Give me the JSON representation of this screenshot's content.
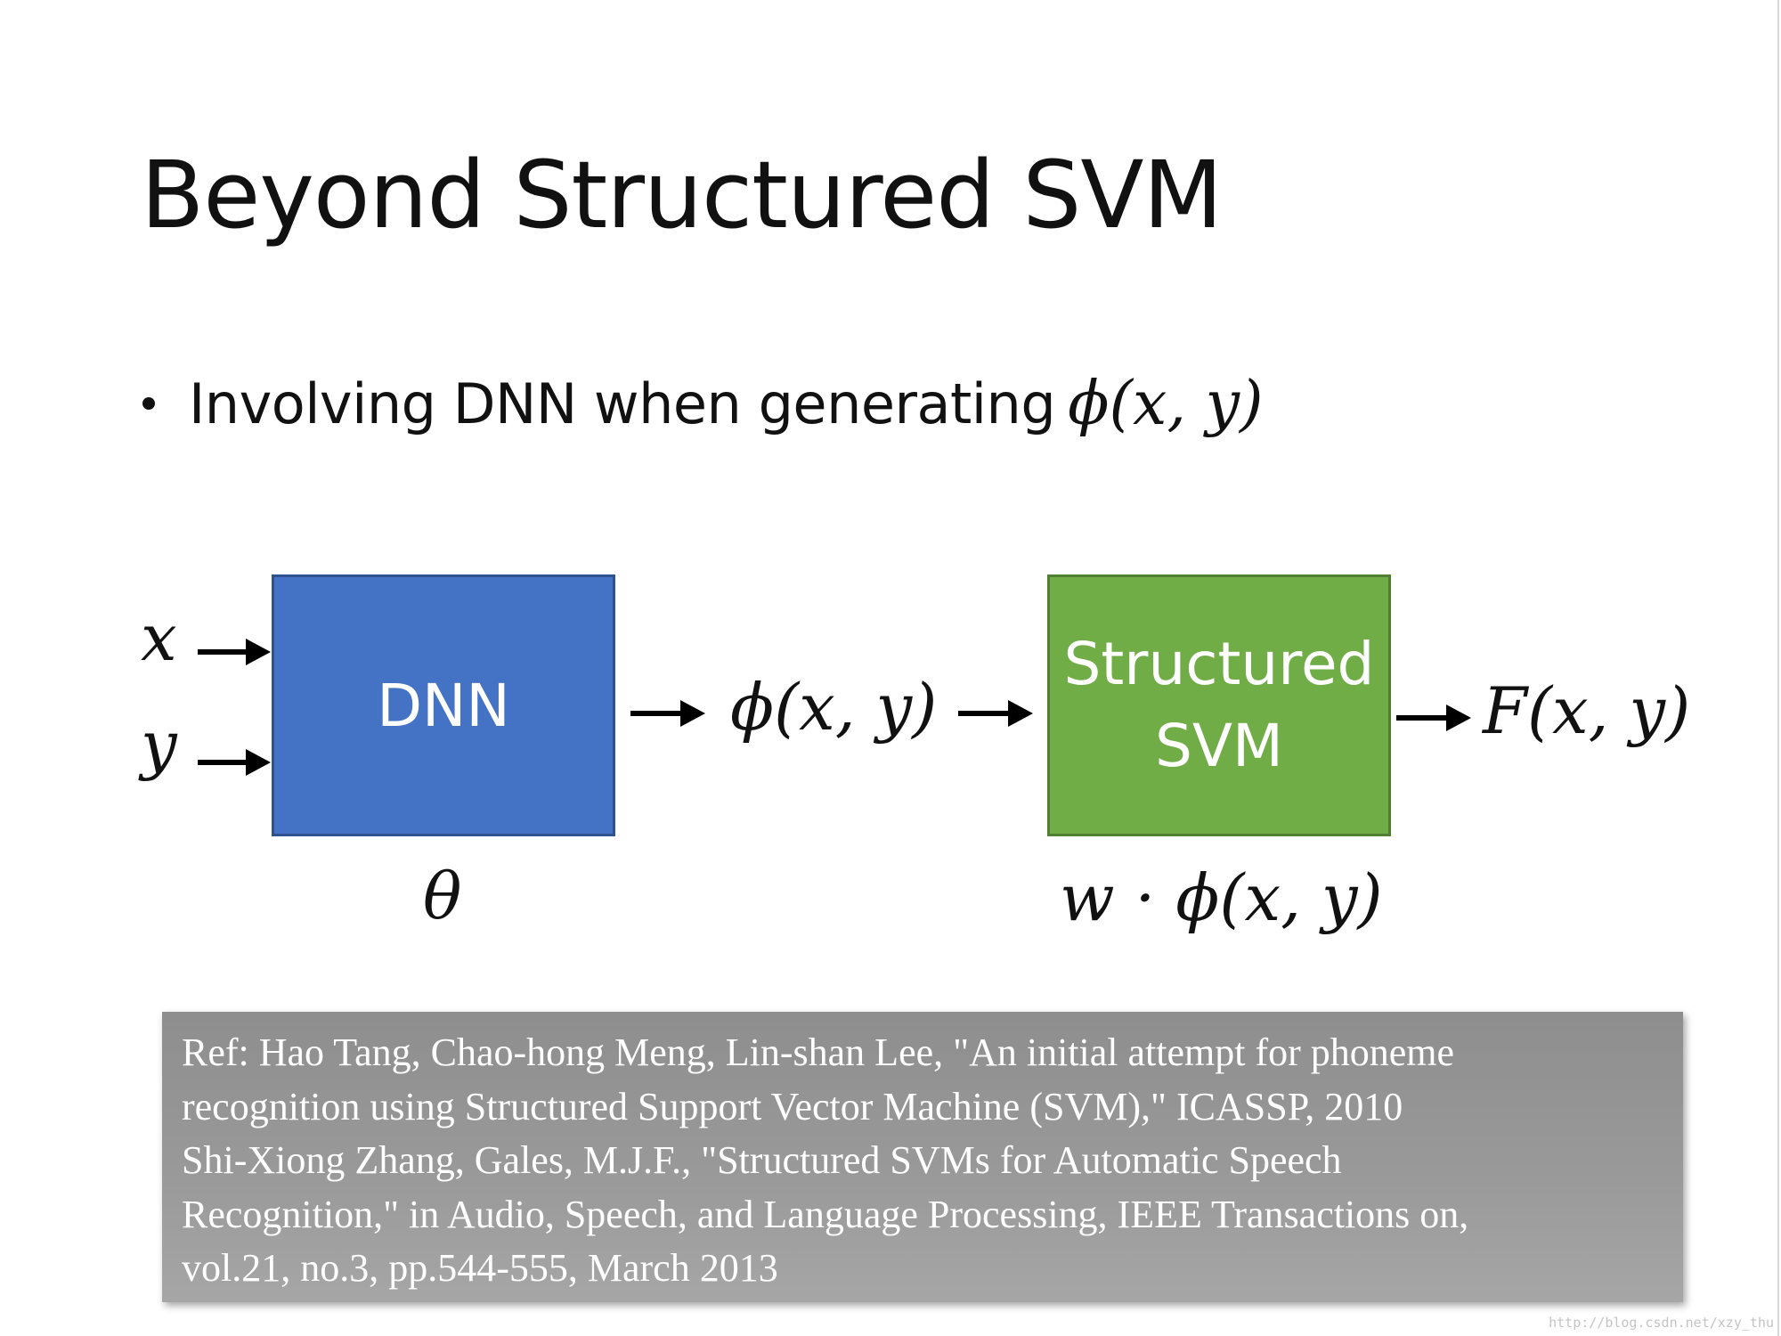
{
  "slide": {
    "title": "Beyond Structured SVM",
    "bullet": {
      "text": "Involving DNN when generating",
      "math": "ϕ(x, y)"
    }
  },
  "diagram": {
    "input_x": "x",
    "input_y": "y",
    "dnn": {
      "label": "DNN",
      "param": "θ"
    },
    "feature": "ϕ(x, y)",
    "svm": {
      "label_line1": "Structured",
      "label_line2": "SVM",
      "param": "w · ϕ(x, y)"
    },
    "output": "F(x, y)",
    "colors": {
      "dnn_fill": "#4472c4",
      "dnn_border": "#2f528f",
      "svm_fill": "#70ad47",
      "svm_border": "#507e32"
    }
  },
  "reference": {
    "lines": [
      "Ref: Hao Tang, Chao-hong Meng, Lin-shan Lee, \"An initial attempt for phoneme",
      "recognition using Structured Support Vector Machine (SVM),\" ICASSP, 2010",
      "Shi-Xiong Zhang, Gales, M.J.F., \"Structured SVMs for Automatic Speech",
      "Recognition,\" in Audio, Speech, and Language Processing, IEEE Transactions on,",
      "vol.21, no.3, pp.544-555, March 2013"
    ]
  },
  "watermark": "http://blog.csdn.net/xzy_thu"
}
